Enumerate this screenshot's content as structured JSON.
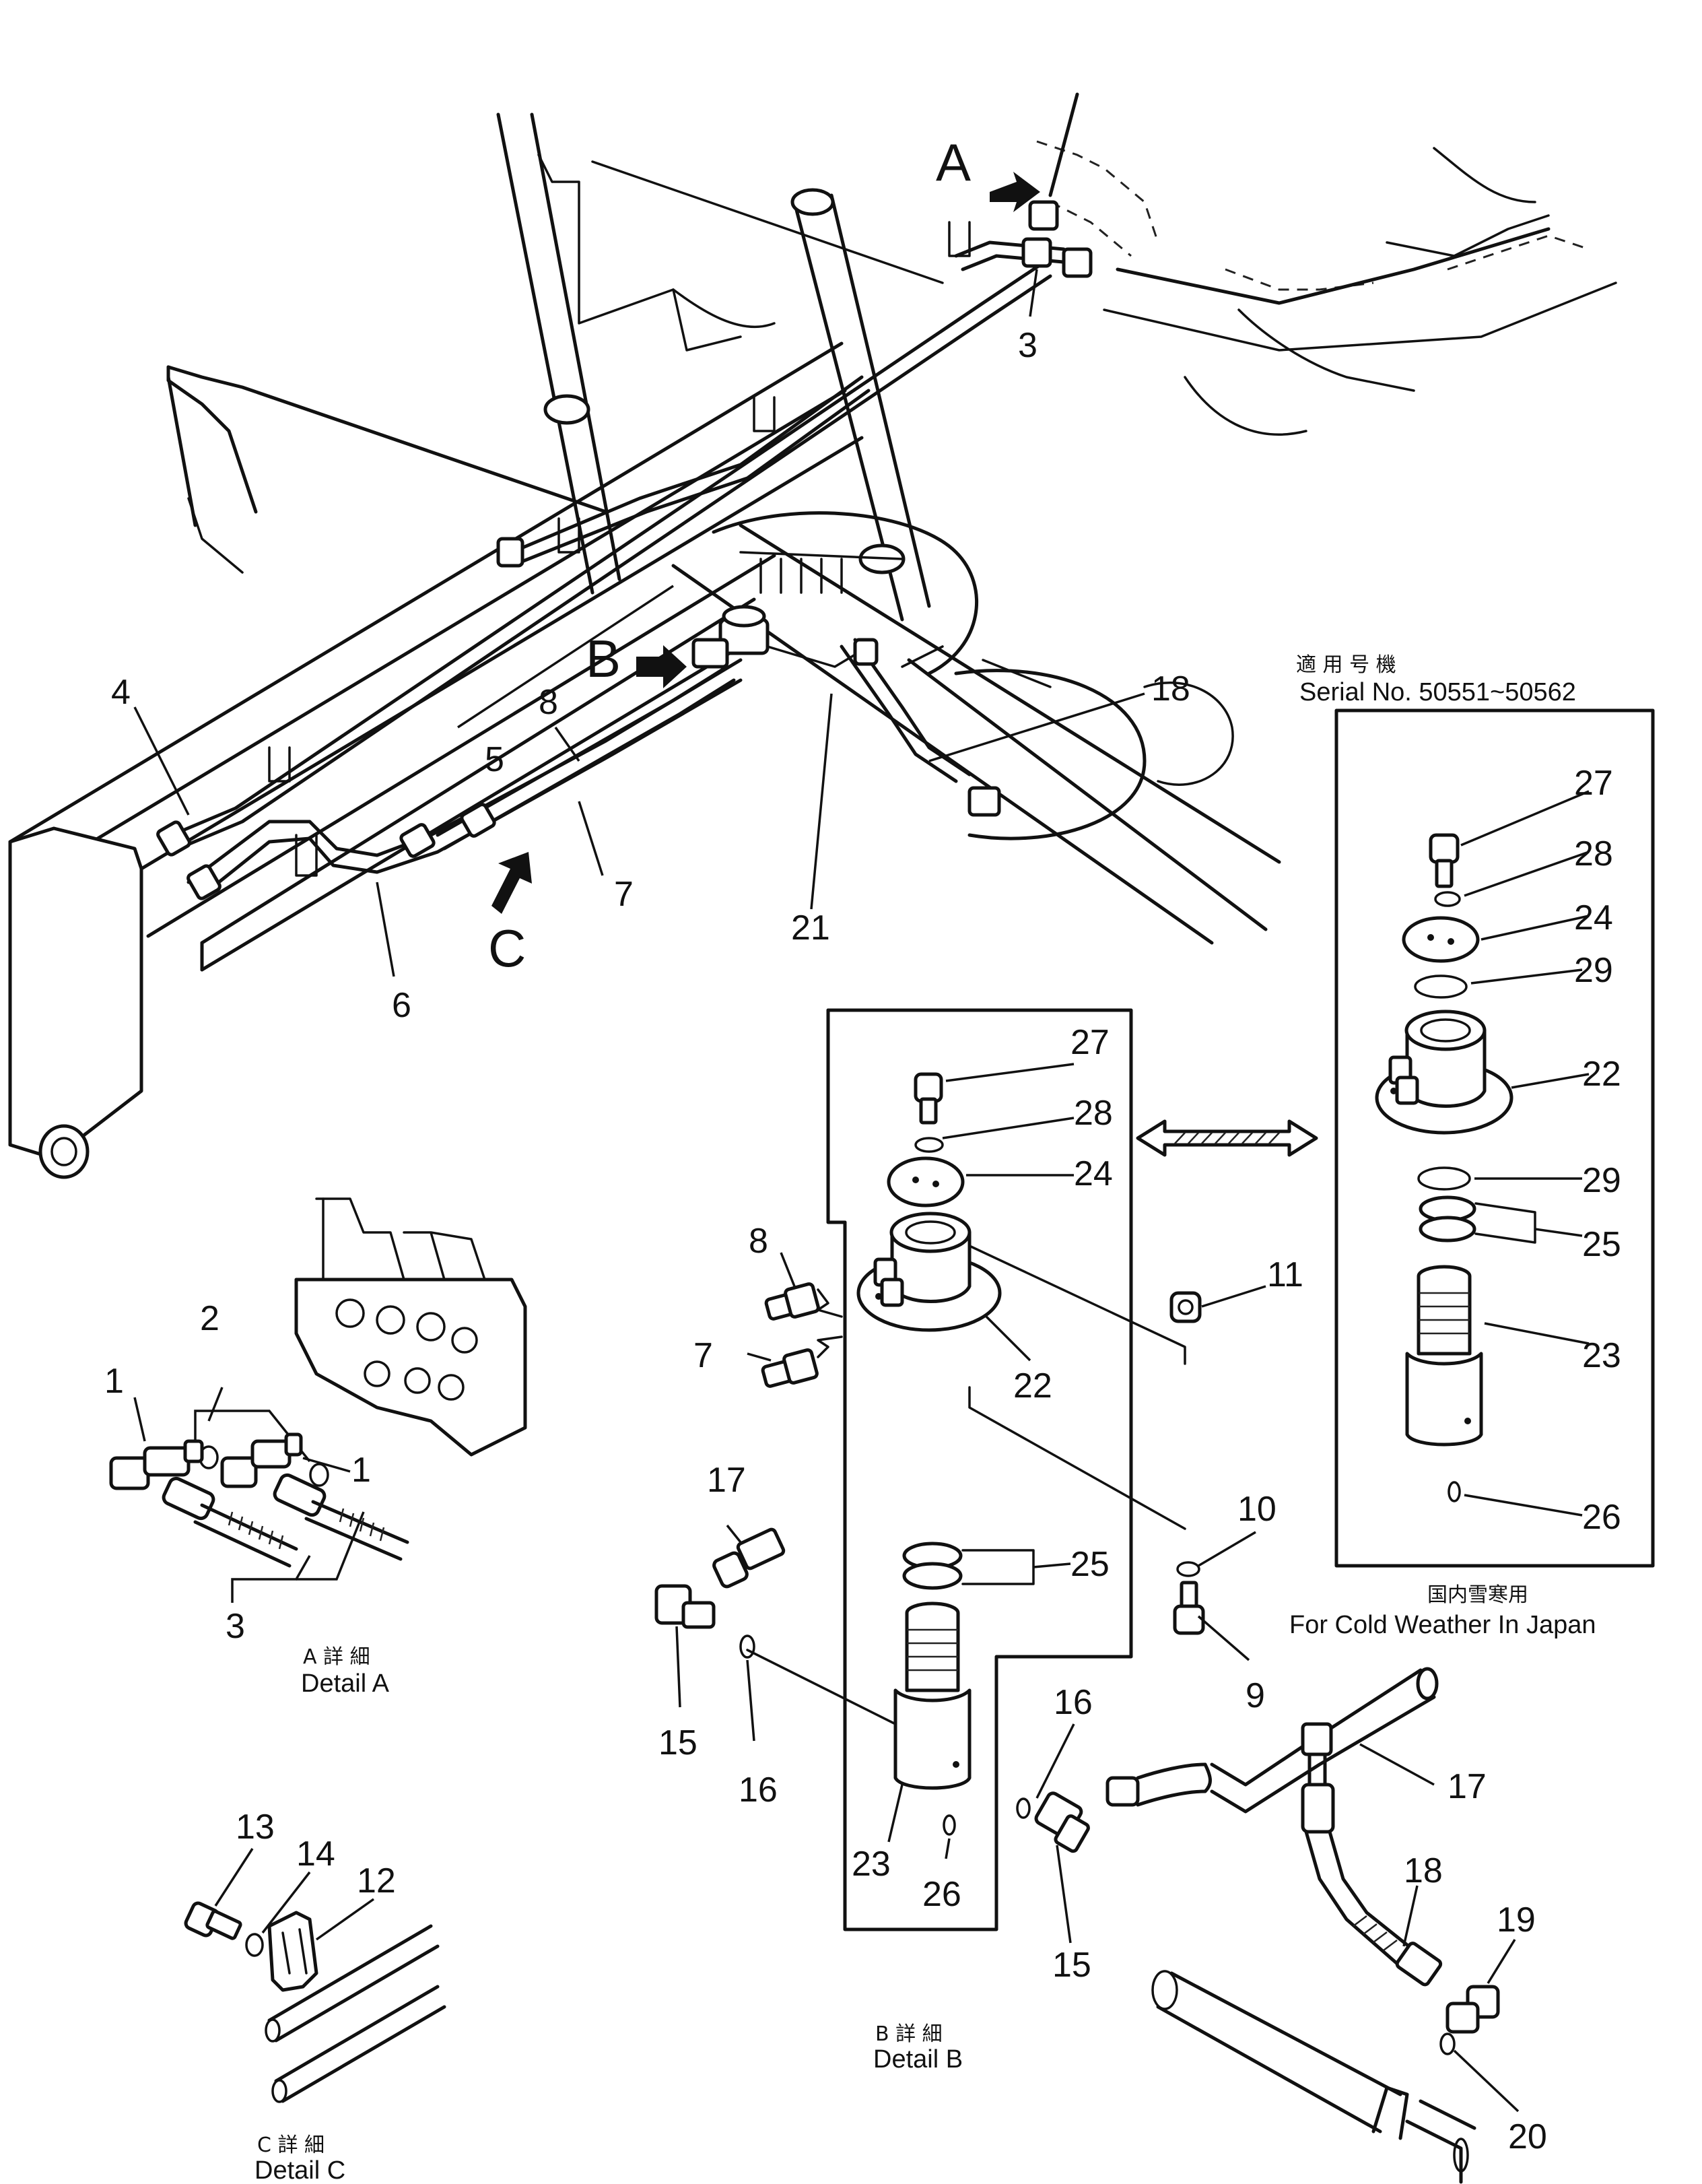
{
  "view_markers": {
    "a": "A",
    "b": "B",
    "c": "C"
  },
  "callouts": {
    "main": [
      "3",
      "4",
      "5",
      "8",
      "7",
      "6",
      "21",
      "18"
    ],
    "detail_a": [
      "2",
      "1",
      "1",
      "3"
    ],
    "detail_c": [
      "13",
      "14",
      "12"
    ],
    "detail_b": [
      "27",
      "28",
      "24",
      "8",
      "7",
      "22",
      "11",
      "10",
      "9",
      "17",
      "25",
      "15",
      "16",
      "23",
      "26"
    ],
    "hose_assembly": [
      "16",
      "15",
      "17",
      "18",
      "19",
      "20"
    ],
    "cold_weather": [
      "27",
      "28",
      "24",
      "29",
      "22",
      "29",
      "25",
      "23",
      "26"
    ]
  },
  "captions": {
    "detail_a_jp": "A 詳 細",
    "detail_a": "Detail A",
    "detail_b_jp": "B 詳 細",
    "detail_b": "Detail B",
    "detail_c_jp": "C 詳 細",
    "detail_c": "Detail C",
    "serial_jp": "適 用 号 機",
    "serial": "Serial No. 50551~50562",
    "cold_weather_jp": "国内雪寒用",
    "cold_weather": "For Cold Weather In Japan"
  }
}
